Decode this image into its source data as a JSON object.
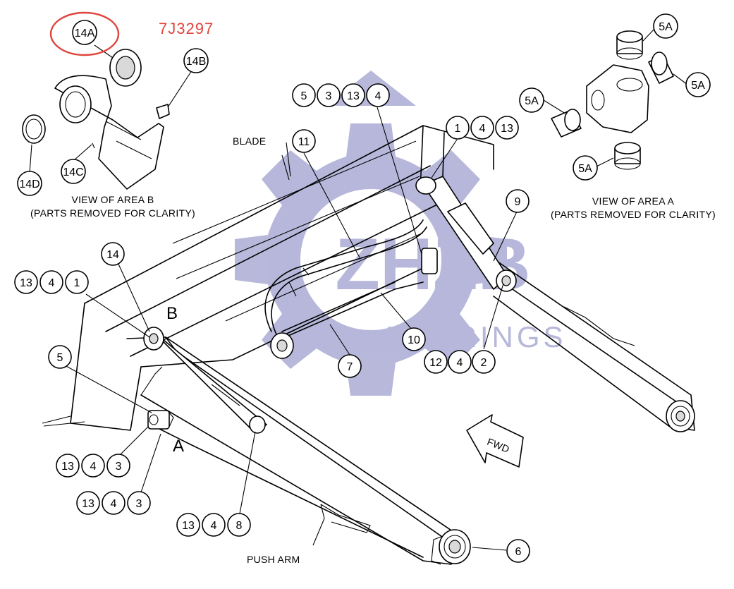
{
  "part_number": "7J3297",
  "highlight_color": "#e0443c",
  "watermark_color": "#8a8cc4",
  "watermark": {
    "line1": "ZHZB",
    "line2": "BEARINGS"
  },
  "labels": {
    "blade": "BLADE",
    "push_arm": "PUSH ARM",
    "fwd": "FWD",
    "area_a": "A",
    "area_b": "B",
    "view_a_line1": "VIEW OF AREA A",
    "view_a_line2": "(PARTS REMOVED FOR CLARITY)",
    "view_b_line1": "VIEW OF AREA B",
    "view_b_line2": "(PARTS REMOVED FOR CLARITY)"
  },
  "callouts": {
    "c14a": "14A",
    "c14b": "14B",
    "c14c": "14C",
    "c14d": "14D",
    "c5a": "5A",
    "c1": "1",
    "c2": "2",
    "c3": "3",
    "c4": "4",
    "c5": "5",
    "c6": "6",
    "c7": "7",
    "c8": "8",
    "c9": "9",
    "c10": "10",
    "c11": "11",
    "c12": "12",
    "c13": "13",
    "c14": "14"
  }
}
